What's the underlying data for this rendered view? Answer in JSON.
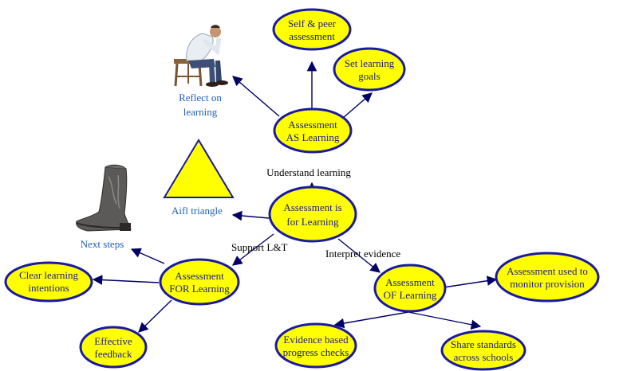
{
  "colors": {
    "node_fill": "#ffff00",
    "node_stroke": "#1a1aa0",
    "arrow": "#000066",
    "node_text": "#1a1a8c",
    "caption_text": "#1f5fb5",
    "link_label": "#000000"
  },
  "nodes": {
    "center": [
      "Assessment is",
      "for Learning"
    ],
    "as_learning": [
      "Assessment",
      "AS Learning"
    ],
    "for_learning": [
      "Assessment",
      "FOR Learning"
    ],
    "of_learning": [
      "Assessment",
      "OF Learning"
    ],
    "self_peer": [
      "Self & peer",
      "assessment"
    ],
    "set_goals": [
      "Set learning",
      "goals"
    ],
    "clear_intentions": [
      "Clear learning",
      "intentions"
    ],
    "effective_feedback": [
      "Effective",
      "feedback"
    ],
    "monitor_provision": [
      "Assessment used to",
      "monitor provision"
    ],
    "evidence_checks": [
      "Evidence based",
      "progress checks"
    ],
    "share_standards": [
      "Share standards",
      "across schools"
    ]
  },
  "captions": {
    "reflect": [
      "Reflect on",
      "learning"
    ],
    "aifl_triangle": "Aifl triangle",
    "next_steps": "Next steps"
  },
  "link_labels": {
    "understand": "Understand learning",
    "support": "Support L&T",
    "interpret": "Interpret evidence"
  },
  "icons": {
    "thinker": "seated-thinking-man-icon",
    "triangle": "yellow-triangle-icon",
    "boot": "cowboy-boot-icon"
  }
}
